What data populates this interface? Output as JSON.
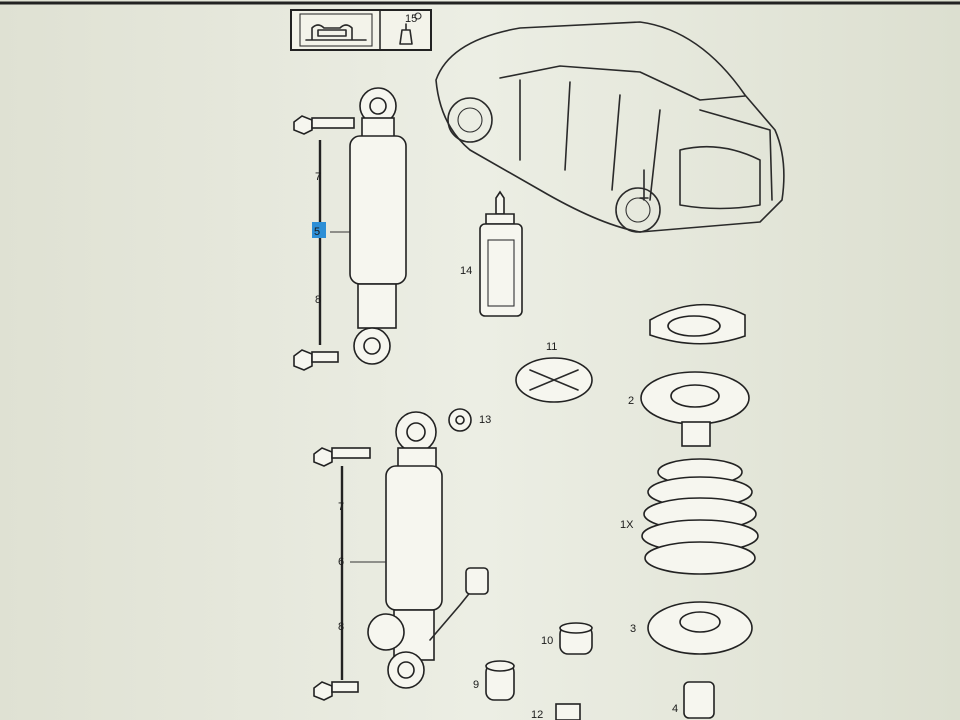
{
  "diagram": {
    "header": {
      "box_label": "15",
      "icons": [
        "shock-absorber-icon",
        "grease-tube-icon"
      ]
    },
    "callouts": [
      {
        "id": "c7a",
        "text": "7"
      },
      {
        "id": "c5",
        "text": "5",
        "selected": true
      },
      {
        "id": "c8a",
        "text": "8"
      },
      {
        "id": "c14",
        "text": "14"
      },
      {
        "id": "c11",
        "text": "11"
      },
      {
        "id": "c13",
        "text": "13"
      },
      {
        "id": "c2",
        "text": "2"
      },
      {
        "id": "c1x",
        "text": "1X"
      },
      {
        "id": "c7b",
        "text": "7"
      },
      {
        "id": "c6",
        "text": "6"
      },
      {
        "id": "c8b",
        "text": "8"
      },
      {
        "id": "c10",
        "text": "10"
      },
      {
        "id": "c3",
        "text": "3"
      },
      {
        "id": "c9",
        "text": "9"
      },
      {
        "id": "c12",
        "text": "12"
      },
      {
        "id": "c4",
        "text": "4"
      }
    ]
  }
}
